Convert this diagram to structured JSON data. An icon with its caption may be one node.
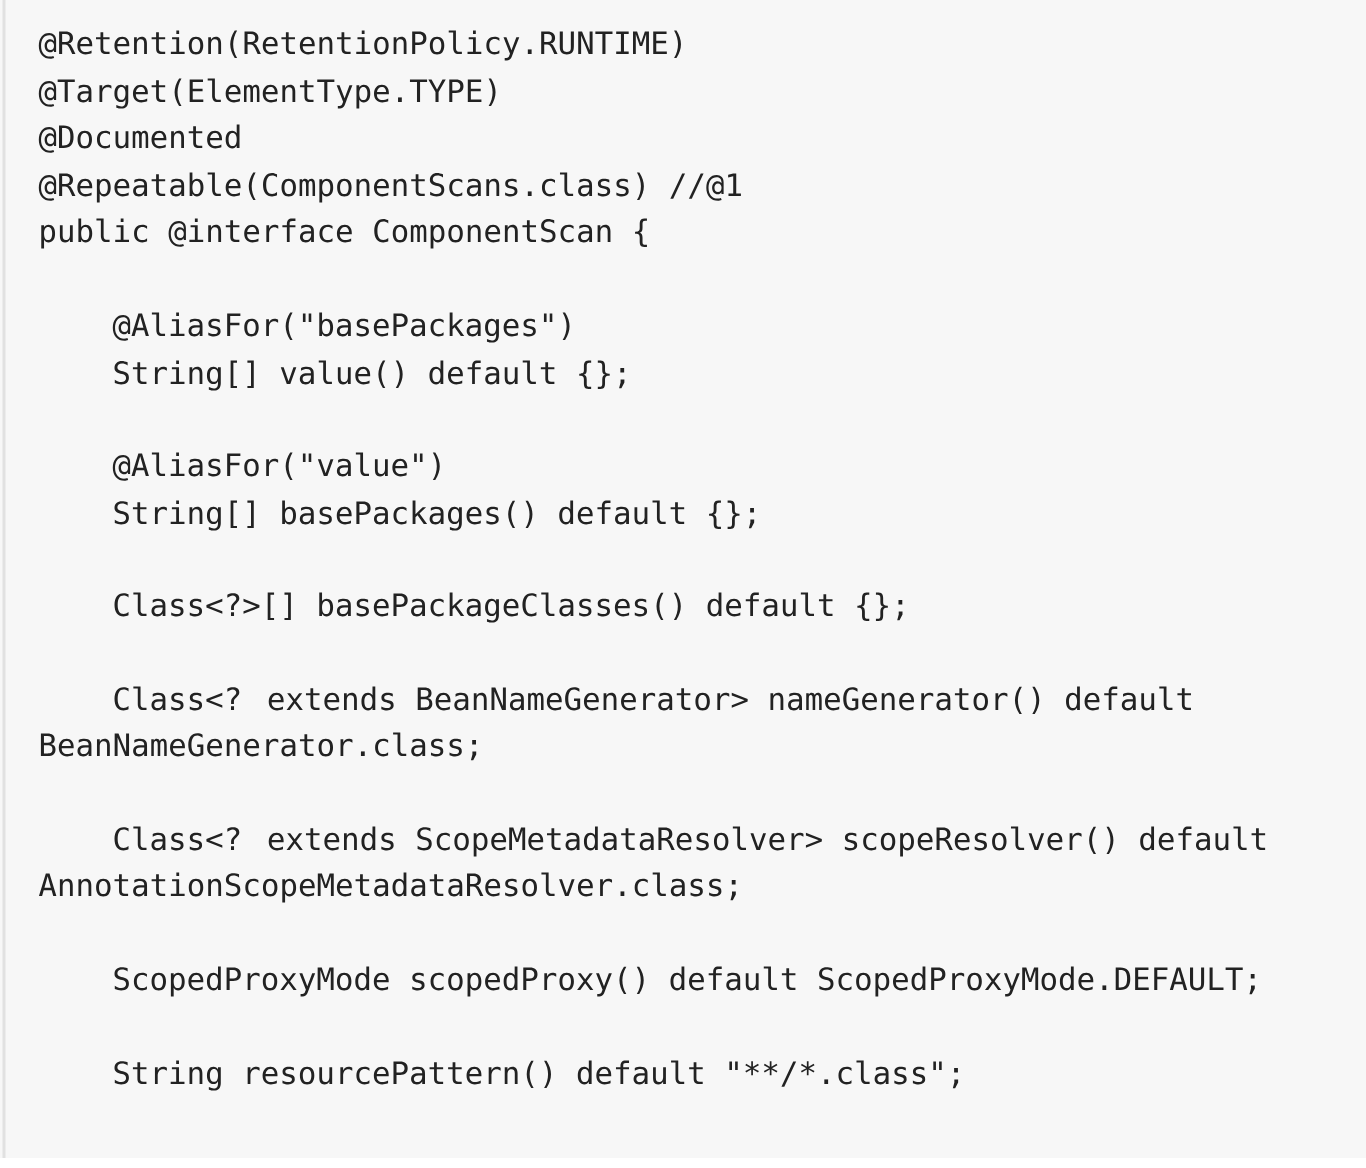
{
  "diagram": {
    "labels": [
      "@Retention(RetentionPolicy.RUNTIME)",
      "@Target(ElementType.TYPE)",
      "@Documented",
      "@Repeatable(ComponentScans.class) //@1",
      "public @interface ComponentScan {",
      "@AliasFor(\"basePackages\")",
      "String[] value() default {};",
      "@AliasFor(\"value\")",
      "String[] basePackages() default {};",
      "Class<?>[] basePackageClasses() default {};",
      "Class<? extends BeanNameGenerator> nameGenerator() default",
      "BeanNameGenerator.class;",
      "Class<? extends ScopeMetadataResolver> scopeResolver() default",
      "AnnotationScopeMetadataResolver.class;",
      "ScopedProxyMode scopedProxy() default ScopedProxyMode.DEFAULT;",
      "String resourcePattern() default \"**/*.class\";"
    ]
  }
}
